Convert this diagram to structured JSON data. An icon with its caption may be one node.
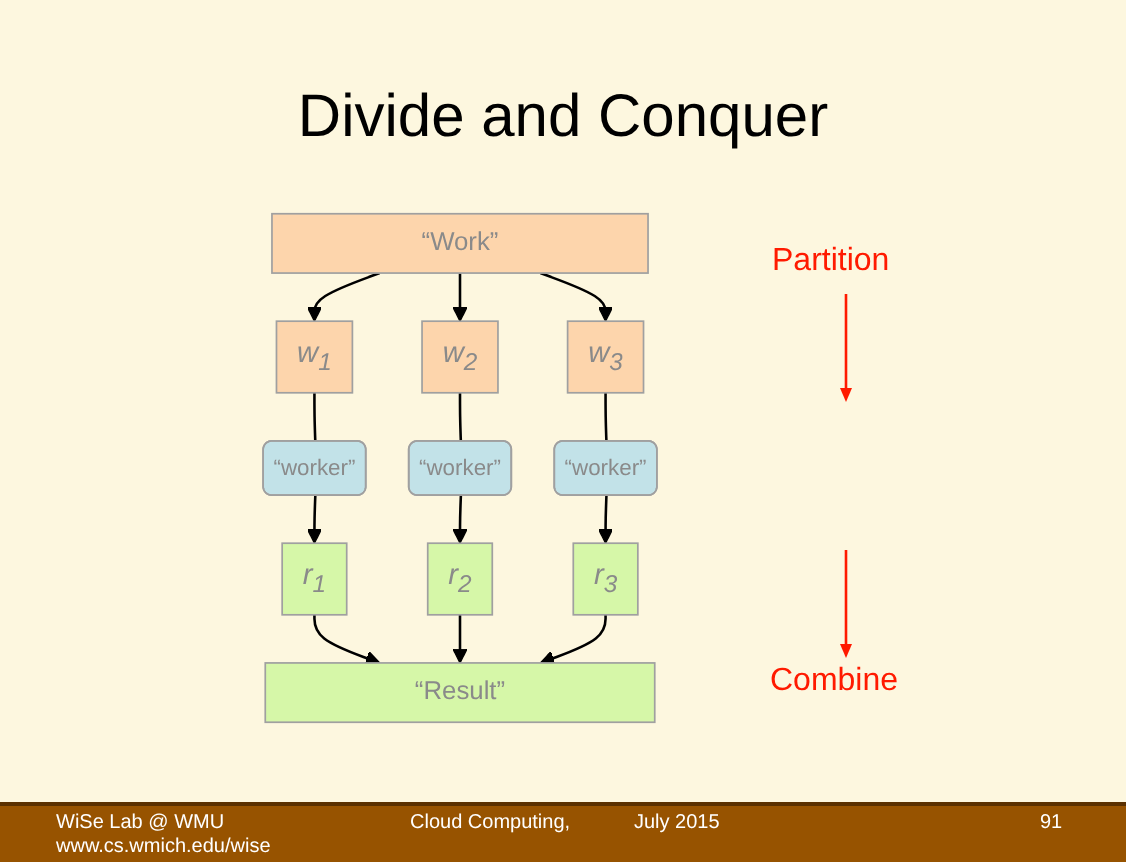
{
  "diagram": {
    "title": "Divide and Conquer",
    "nodes": [
      {
        "text": [
          "“Work”"
        ]
      },
      {
        "text": [
          "w$_{1}$"
        ]
      },
      {
        "text": [
          "w$_{2}$"
        ]
      },
      {
        "text": [
          "w$_{3}$"
        ]
      },
      {
        "text": [
          "“worker”"
        ]
      },
      {
        "text": [
          "“worker”"
        ]
      },
      {
        "text": [
          "“worker”"
        ]
      },
      {
        "text": [
          "r$_{1}$"
        ]
      },
      {
        "text": [
          "r$_{2}$"
        ]
      },
      {
        "text": [
          "r$_{3}$"
        ]
      },
      {
        "text": [
          "“Result”"
        ]
      }
    ],
    "edges": [
      {
        "from": 0,
        "to": 1,
        "arrow": "to"
      },
      {
        "from": 0,
        "to": 2,
        "arrow": "to"
      },
      {
        "from": 0,
        "to": 3,
        "arrow": "to"
      },
      {
        "from": 1,
        "to": 4,
        "arrow": "none"
      },
      {
        "from": 2,
        "to": 5,
        "arrow": "none"
      },
      {
        "from": 3,
        "to": 6,
        "arrow": "none"
      },
      {
        "from": 4,
        "to": 7,
        "arrow": "to"
      },
      {
        "from": 5,
        "to": 8,
        "arrow": "to"
      },
      {
        "from": 6,
        "to": 9,
        "arrow": "to"
      },
      {
        "from": 7,
        "to": 10,
        "arrow": "to"
      },
      {
        "from": 8,
        "to": 10,
        "arrow": "to"
      },
      {
        "from": 9,
        "to": 10,
        "arrow": "to"
      }
    ],
    "labels": [
      "Partition",
      "Combine",
      "WiSe Lab @ WMU",
      "www.cs.wmich.edu/wise",
      "Cloud Computing,",
      "July 2015",
      "91"
    ]
  }
}
